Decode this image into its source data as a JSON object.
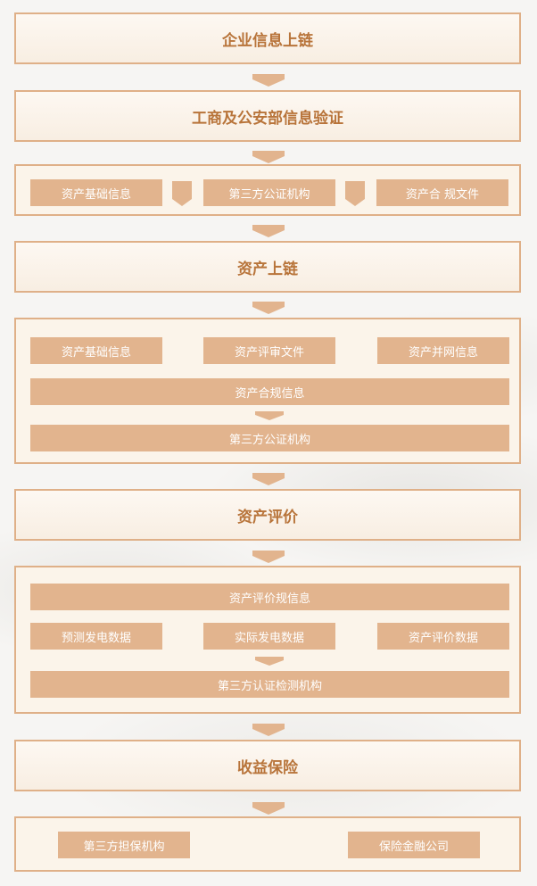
{
  "stages": {
    "s1": {
      "title": "企业信息上链"
    },
    "s2": {
      "title": "工商及公安部信息验证"
    },
    "s3": {
      "items": [
        "资产基础信息",
        "第三方公证机构",
        "资产合 规文件"
      ]
    },
    "s4": {
      "title": "资产上链"
    },
    "s5": {
      "row1": [
        "资产基础信息",
        "资产评审文件",
        "资产并网信息"
      ],
      "wide1": "资产合规信息",
      "wide2": "第三方公证机构"
    },
    "s6": {
      "title": "资产评价"
    },
    "s7": {
      "wide1": "资产评价规信息",
      "row1": [
        "预测发电数据",
        "实际发电数据",
        "资产评价数据"
      ],
      "wide2": "第三方认证检测机构"
    },
    "s8": {
      "title": "收益保险"
    },
    "s9": {
      "items": [
        "第三方担保机构",
        "保险金融公司"
      ]
    }
  },
  "colors": {
    "border": "#dfb088",
    "item_fill": "#e2b48e",
    "title_text": "#b8743a",
    "panel_fill": "#fbf4ea"
  },
  "icons": {
    "stage_connector": "chevron-down-icon",
    "inline_connector": "down-tab-icon"
  }
}
